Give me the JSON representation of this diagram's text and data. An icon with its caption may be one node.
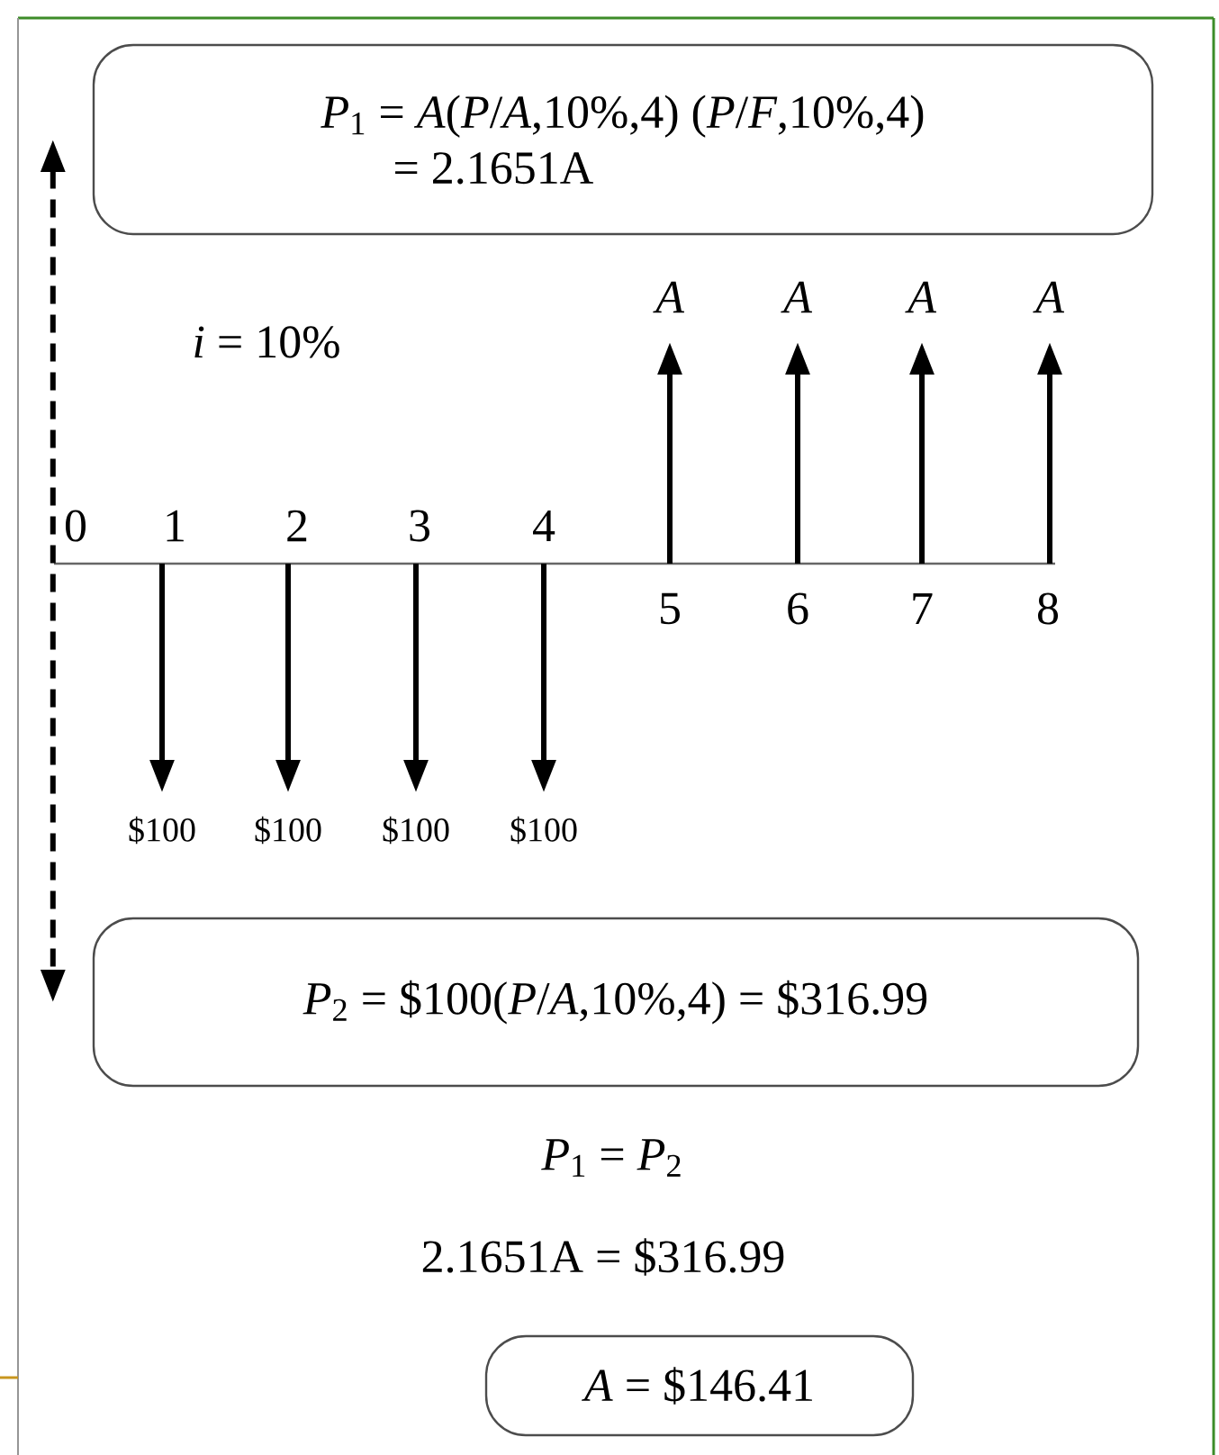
{
  "diagram": {
    "nodes": [
      {
        "text": [
          "*P*$_{1}$ = *A*(*P*/*A*,10%,4) (*P*/*F*,10%,4)",
          "= 2.1651A"
        ]
      },
      {
        "text": [
          "*P*$_{2}$ = $100(*P*/*A*,10%,4) = $316.99"
        ]
      },
      {
        "text": [
          "*A* = $146.41"
        ]
      }
    ],
    "edges": [
      {
        "from": 0,
        "to": 1,
        "arrow": "both",
        "style": "dashed"
      }
    ],
    "labels": [
      "A",
      "A",
      "A",
      "A",
      "*i* = 10%",
      "0",
      "1",
      "2",
      "3",
      "4",
      "5",
      "6",
      "7",
      "8",
      "$100",
      "$100",
      "$100",
      "$100",
      "*P*$_{1}$ = *P*$_{2}$",
      "2.1651A = $316.99"
    ]
  }
}
